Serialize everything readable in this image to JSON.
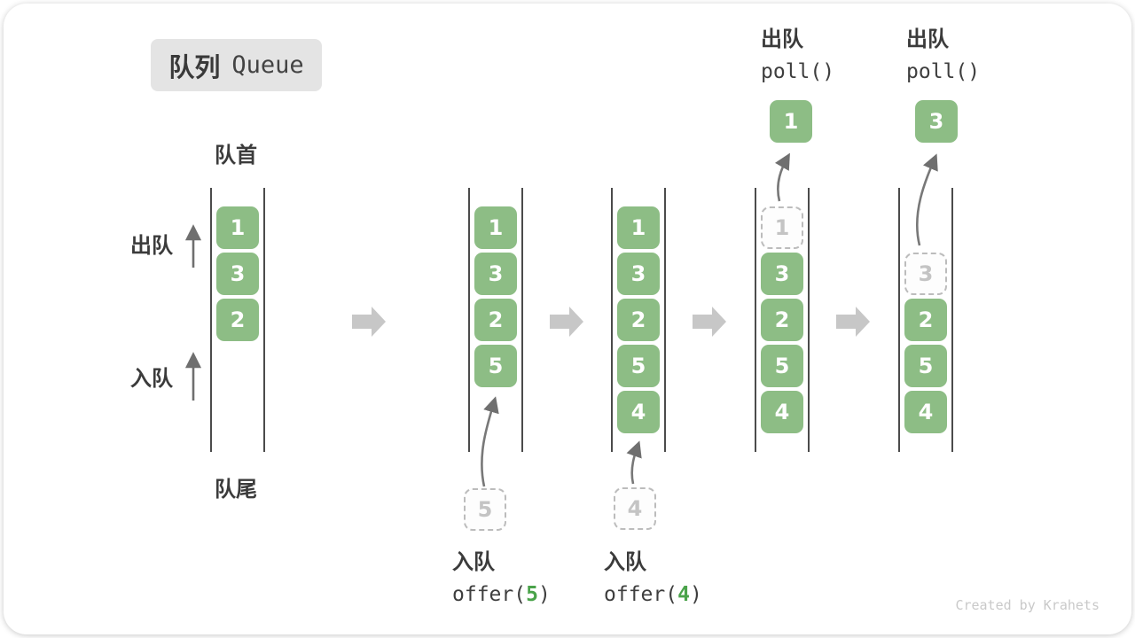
{
  "title": {
    "badge_zh": "队列",
    "badge_en": "Queue"
  },
  "labels": {
    "front": "队首",
    "rear": "队尾",
    "dequeue_side": "出队",
    "enqueue_side": "入队"
  },
  "ops": {
    "enq5": {
      "label": "入队",
      "code_open": "offer(",
      "arg": "5",
      "code_close": ")"
    },
    "enq4": {
      "label": "入队",
      "code_open": "offer(",
      "arg": "4",
      "code_close": ")"
    },
    "deq1": {
      "label": "出队",
      "code": "poll()"
    },
    "deq2": {
      "label": "出队",
      "code": "poll()"
    }
  },
  "states": [
    {
      "items": [
        "1",
        "3",
        "2"
      ]
    },
    {
      "items": [
        "1",
        "3",
        "2",
        "5"
      ],
      "incoming": "5"
    },
    {
      "items": [
        "1",
        "3",
        "2",
        "5",
        "4"
      ],
      "incoming": "4"
    },
    {
      "items": [
        "3",
        "2",
        "5",
        "4"
      ],
      "dequeued": "1",
      "popped": "1"
    },
    {
      "items": [
        "2",
        "5",
        "4"
      ],
      "dequeued": "3",
      "popped": "3"
    }
  ],
  "icons": {
    "flow": "arrow-right",
    "direction": "arrow-up",
    "transfer": "curved-arrow"
  },
  "colors": {
    "cell_green": "#8dbd85",
    "code_arg_green": "#4aa34a",
    "flow_arrow_gray": "#c7c7c7",
    "rail_dark": "#4b4b4b",
    "text_dark": "#3b3b3b",
    "ghost_gray": "#bcbcbc",
    "badge_bg": "#e4e4e4",
    "watermark_gray": "#c9c9c9"
  },
  "watermark": "Created by Krahets"
}
